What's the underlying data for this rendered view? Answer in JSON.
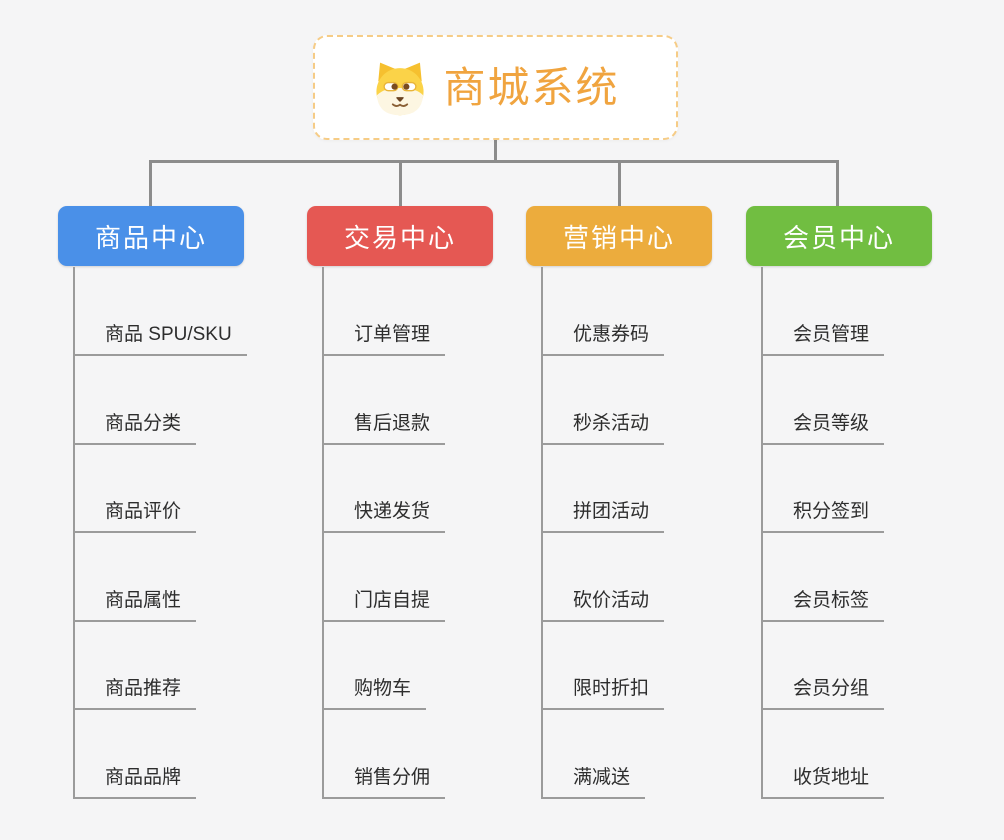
{
  "root": {
    "title": "商城系统",
    "icon": "dog-face"
  },
  "branches": [
    {
      "id": "product-center",
      "label": "商品中心",
      "color": "#4a90e8",
      "items": [
        "商品 SPU/SKU",
        "商品分类",
        "商品评价",
        "商品属性",
        "商品推荐",
        "商品品牌"
      ]
    },
    {
      "id": "trade-center",
      "label": "交易中心",
      "color": "#e55853",
      "items": [
        "订单管理",
        "售后退款",
        "快递发货",
        "门店自提",
        "购物车",
        "销售分佣"
      ]
    },
    {
      "id": "marketing-center",
      "label": "营销中心",
      "color": "#ecac3d",
      "items": [
        "优惠券码",
        "秒杀活动",
        "拼团活动",
        "砍价活动",
        "限时折扣",
        "满减送"
      ]
    },
    {
      "id": "member-center",
      "label": "会员中心",
      "color": "#71be41",
      "items": [
        "会员管理",
        "会员等级",
        "积分签到",
        "会员标签",
        "会员分组",
        "收货地址"
      ]
    }
  ],
  "colors": {
    "background": "#f5f5f6",
    "connector": "#8c8c8c",
    "underline": "#9b9b9b",
    "root_text": "#f0a43f",
    "root_border": "#f6cc86",
    "item_text": "#2d2d2d"
  }
}
